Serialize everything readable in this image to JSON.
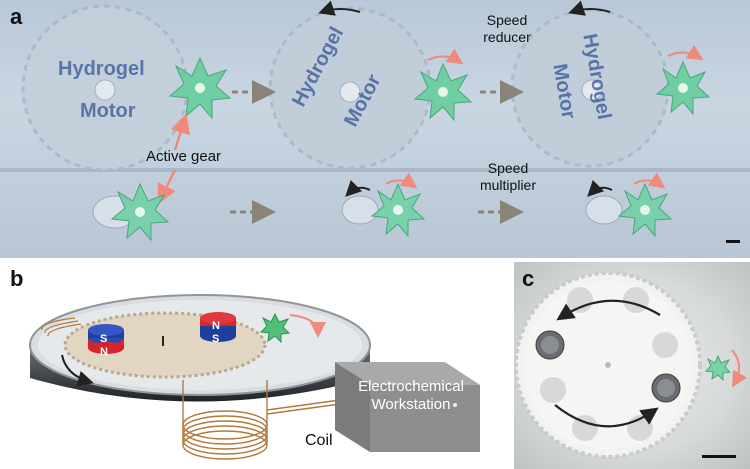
{
  "panels": {
    "a": {
      "label": "a",
      "labels": {
        "hydrogel": "Hydrogel",
        "motor": "Motor",
        "active_gear": "Active gear",
        "speed_reducer": "Speed\nreducer",
        "speed_multiplier": "Speed\nmultiplier"
      }
    },
    "b": {
      "label": "b",
      "labels": {
        "magnet_left_top": "S",
        "magnet_left_bottom": "N",
        "magnet_right_top": "N",
        "magnet_right_bottom": "S",
        "workstation": "Electrochemical\nWorkstation",
        "coil": "Coil"
      }
    },
    "c": {
      "label": "c"
    }
  },
  "colors": {
    "arrow_red": "#f08a7a",
    "arrow_black": "#222222",
    "gear_green": "#5cc79a",
    "magnet_red": "#d6252a",
    "magnet_blue": "#1f3f9e",
    "coil_copper": "#b07a3e"
  }
}
